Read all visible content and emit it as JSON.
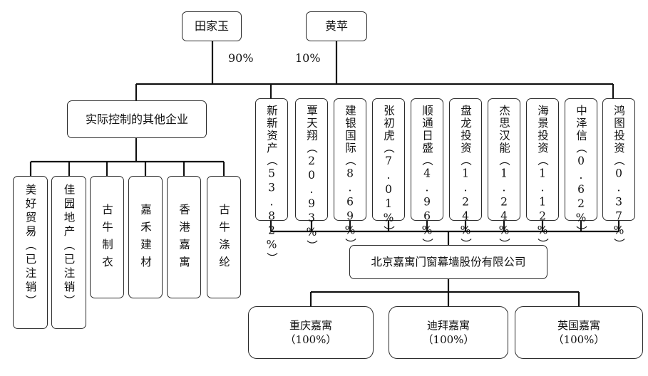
{
  "top_shareholders": [
    {
      "name": "田家玉",
      "share": "90%"
    },
    {
      "name": "黄苹",
      "share": "10%"
    }
  ],
  "other_enterprises": {
    "label": "实际控制的其他企业",
    "children": [
      {
        "name": "美好贸易",
        "note": "（已注销）"
      },
      {
        "name": "佳园地产",
        "note": "（已注销）"
      },
      {
        "name": "古牛制衣",
        "note": ""
      },
      {
        "name": "嘉禾建材",
        "note": ""
      },
      {
        "name": "香港嘉寓",
        "note": ""
      },
      {
        "name": "古牛涤纶",
        "note": ""
      }
    ]
  },
  "shareholders": [
    {
      "name": "新新资产",
      "share": "（53.82%）"
    },
    {
      "name": "覃天翔",
      "share": "（20.93%）"
    },
    {
      "name": "建银国际",
      "share": "（8.69%）"
    },
    {
      "name": "张初虎",
      "share": "（7.01%）"
    },
    {
      "name": "顺通日盛",
      "share": "（4.96%）"
    },
    {
      "name": "盘龙投资",
      "share": "（1.24%）"
    },
    {
      "name": "杰思汉能",
      "share": "（1.24%）"
    },
    {
      "name": "海景投资",
      "share": "（1.12%）"
    },
    {
      "name": "中泽信",
      "share": "（0.62%）"
    },
    {
      "name": "鸿图投资",
      "share": "（0.37%）"
    }
  ],
  "company": {
    "label": "北京嘉寓门窗幕墙股份有限公司"
  },
  "subsidiaries": [
    {
      "name": "重庆嘉寓",
      "share": "（100%）"
    },
    {
      "name": "迪拜嘉寓",
      "share": "（100%）"
    },
    {
      "name": "英国嘉寓",
      "share": "（100%）"
    }
  ]
}
